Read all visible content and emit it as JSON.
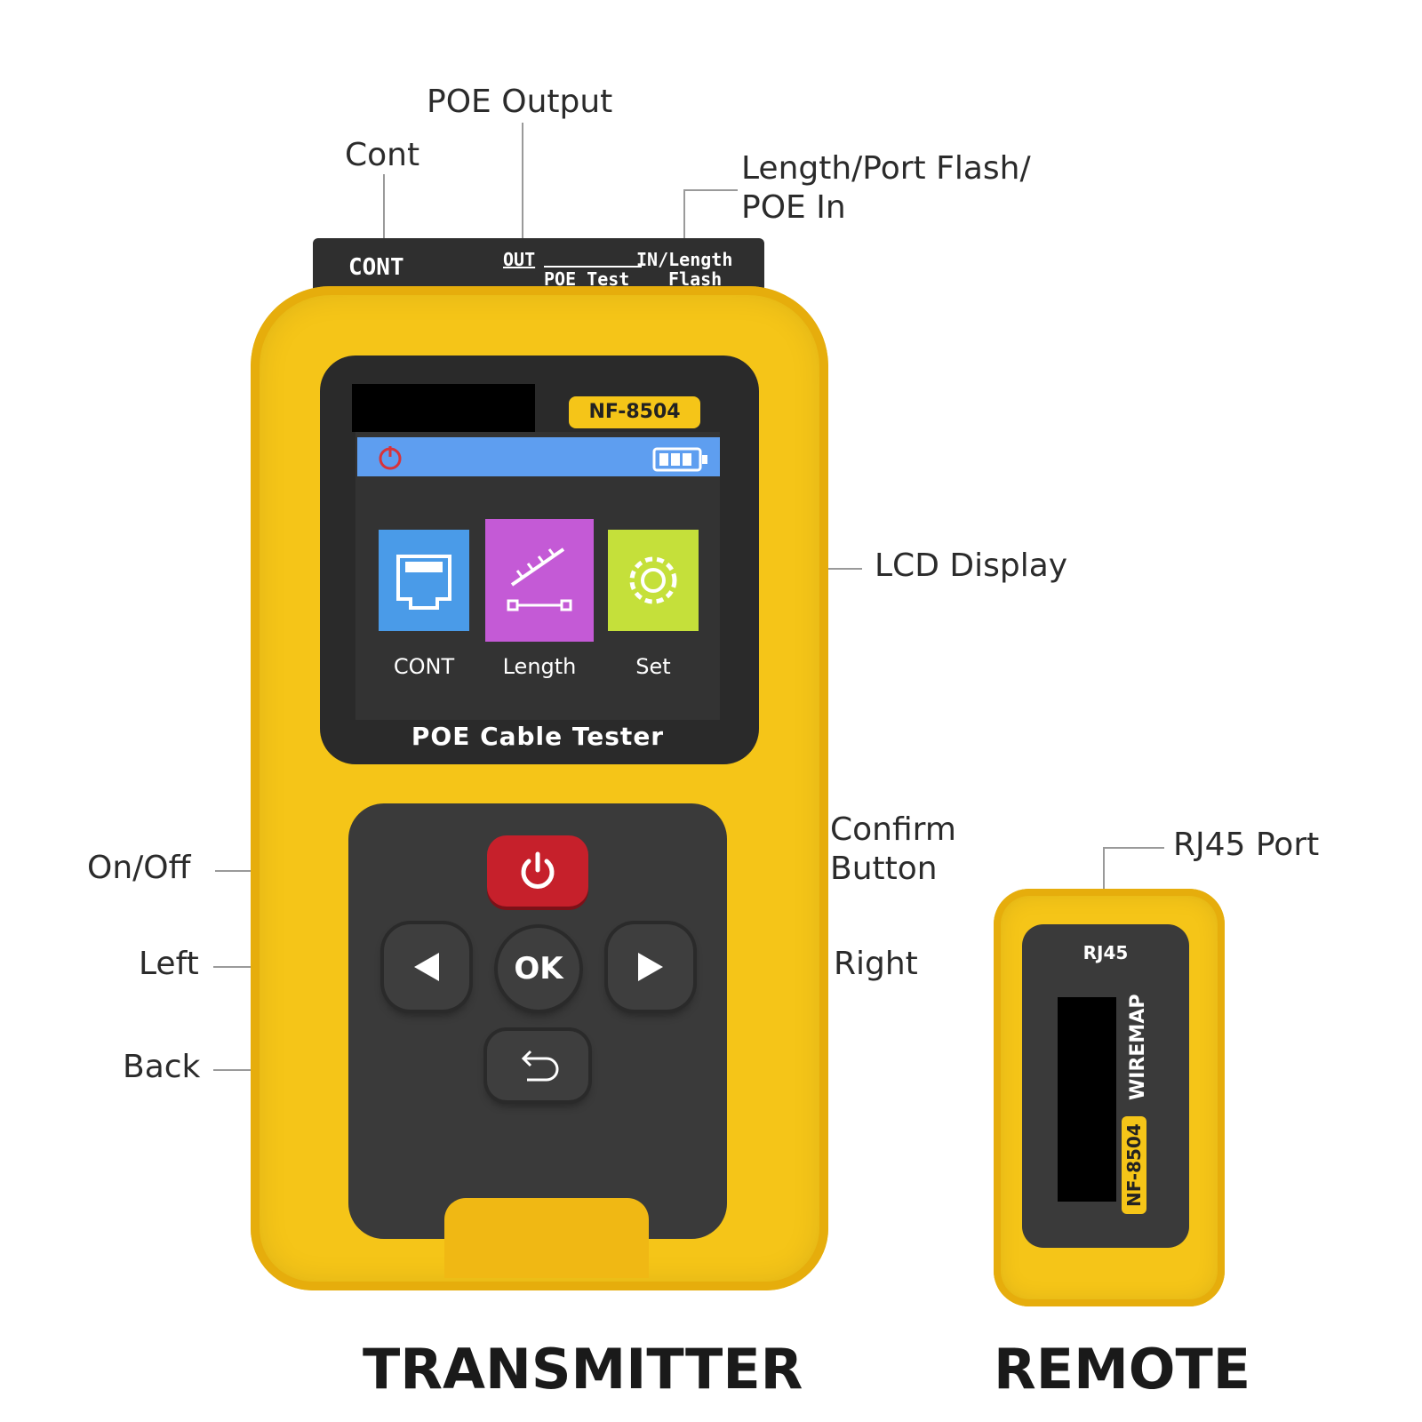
{
  "callouts": {
    "poe_output": "POE Output",
    "cont": "Cont",
    "length_port_flash_line1": "Length/Port Flash/",
    "length_port_flash_line2": "POE In",
    "lcd_display": "LCD Display",
    "on_off": "On/Off",
    "confirm_line1": "Confirm",
    "confirm_line2": "Button",
    "left": "Left",
    "right": "Right",
    "back": "Back",
    "rj45_port": "RJ45 Port"
  },
  "transmitter": {
    "strip": {
      "cont": "CONT",
      "out": "OUT",
      "in_length": "IN/Length",
      "poe_test": "POE Test",
      "flash": "Flash"
    },
    "model": "NF-8504",
    "lcd": {
      "tiles": [
        {
          "label": "CONT",
          "color": "#4a9be8",
          "icon": "rj45-port-icon"
        },
        {
          "label": "Length",
          "color": "#c45ad6",
          "icon": "ruler-length-icon"
        },
        {
          "label": "Set",
          "color": "#c5e03a",
          "icon": "gear-icon"
        }
      ],
      "bar_color": "#5e9ef0"
    },
    "title": "POE Cable Tester",
    "ok_label": "OK"
  },
  "remote": {
    "rj45": "RJ45",
    "wiremap": "WIREMAP",
    "model": "NF-8504"
  },
  "captions": {
    "transmitter": "TRANSMITTER",
    "remote": "REMOTE"
  },
  "colors": {
    "body_yellow": "#f5c518",
    "panel_dark": "#3a3a3a",
    "power_red": "#c6202b"
  }
}
